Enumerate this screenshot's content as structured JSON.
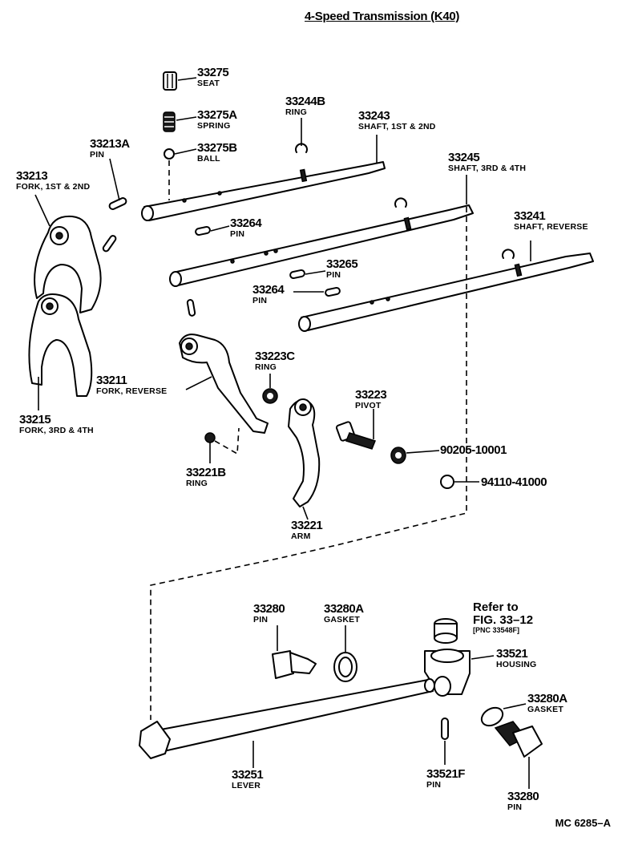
{
  "title": "4-Speed Transmission (K40)",
  "parts": {
    "seat": {
      "number": "33275",
      "name": "SEAT"
    },
    "spring": {
      "number": "33275A",
      "name": "SPRING"
    },
    "ball": {
      "number": "33275B",
      "name": "BALL"
    },
    "ring_33244b": {
      "number": "33244B",
      "name": "RING"
    },
    "shaft_1st_2nd": {
      "number": "33243",
      "name": "SHAFT, 1ST & 2ND"
    },
    "pin_33213a": {
      "number": "33213A",
      "name": "PIN"
    },
    "fork_1st_2nd": {
      "number": "33213",
      "name": "FORK, 1ST & 2ND"
    },
    "shaft_3rd_4th": {
      "number": "33245",
      "name": "SHAFT, 3RD & 4TH"
    },
    "shaft_reverse": {
      "number": "33241",
      "name": "SHAFT, REVERSE"
    },
    "pin_33264_a": {
      "number": "33264",
      "name": "PIN"
    },
    "pin_33265": {
      "number": "33265",
      "name": "PIN"
    },
    "pin_33264_b": {
      "number": "33264",
      "name": "PIN"
    },
    "ring_33223c": {
      "number": "33223C",
      "name": "RING"
    },
    "fork_reverse": {
      "number": "33211",
      "name": "FORK, REVERSE"
    },
    "pivot": {
      "number": "33223",
      "name": "PIVOT"
    },
    "fork_3rd_4th": {
      "number": "33215",
      "name": "FORK, 3RD & 4TH"
    },
    "part_90205": {
      "number": "90205-10001"
    },
    "part_94110": {
      "number": "94110-41000"
    },
    "ring_33221b": {
      "number": "33221B",
      "name": "RING"
    },
    "arm": {
      "number": "33221",
      "name": "ARM"
    },
    "pin_33280_top": {
      "number": "33280",
      "name": "PIN"
    },
    "gasket_33280a_top": {
      "number": "33280A",
      "name": "GASKET"
    },
    "housing": {
      "number": "33521",
      "name": "HOUSING"
    },
    "gasket_33280a_right": {
      "number": "33280A",
      "name": "GASKET"
    },
    "lever": {
      "number": "33251",
      "name": "LEVER"
    },
    "pin_33521f": {
      "number": "33521F",
      "name": "PIN"
    },
    "pin_33280_bottom": {
      "number": "33280",
      "name": "PIN"
    }
  },
  "reference": {
    "line1": "Refer to",
    "line2": "FIG. 33–12",
    "line3": "[PNC 33548F]"
  },
  "figure_code": "MC 6285–A"
}
